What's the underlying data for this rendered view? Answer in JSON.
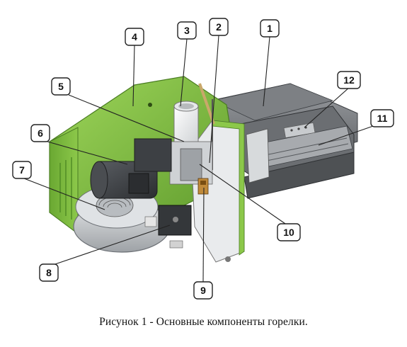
{
  "caption": "Рисунок 1 - Основные компоненты горелки.",
  "callouts": [
    {
      "label": "1"
    },
    {
      "label": "2"
    },
    {
      "label": "3"
    },
    {
      "label": "4"
    },
    {
      "label": "5"
    },
    {
      "label": "6"
    },
    {
      "label": "7"
    },
    {
      "label": "8"
    },
    {
      "label": "9"
    },
    {
      "label": "10"
    },
    {
      "label": "11"
    },
    {
      "label": "12"
    }
  ],
  "colors": {
    "housing_green": "#7fc241",
    "housing_green_dark": "#5e9a2c",
    "steel_grey": "#8a8d90",
    "steel_dark": "#4e5154",
    "motor_dark": "#3c3f43",
    "fan_silver": "#c9ccd0"
  }
}
